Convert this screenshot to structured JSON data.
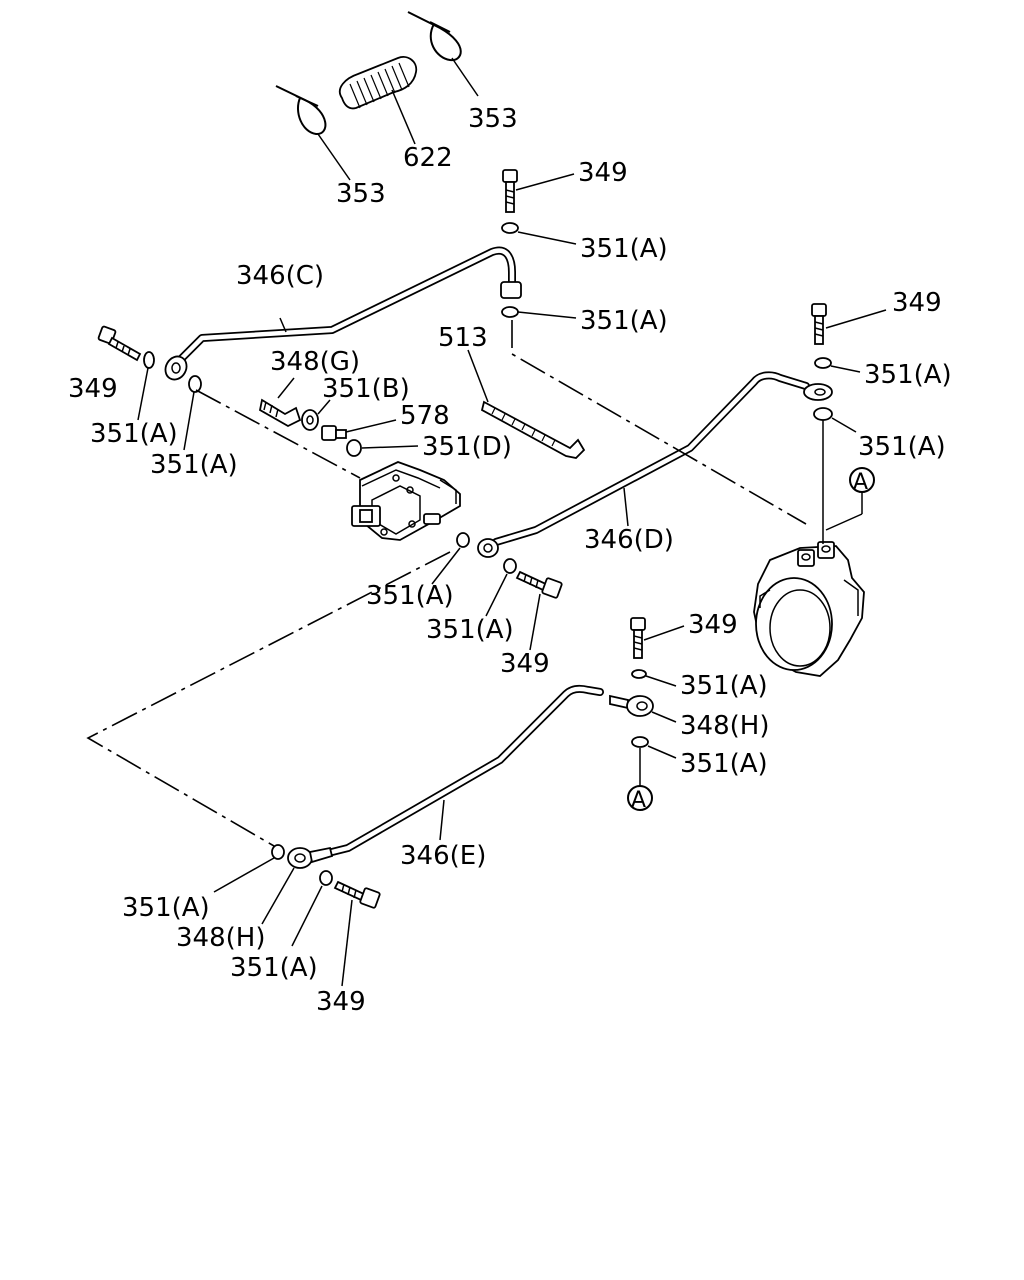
{
  "labels": {
    "353_a": "353",
    "353_b": "353",
    "622": "622",
    "349_top": "349",
    "351a_1": "351(A)",
    "351a_2": "351(A)",
    "346c": "346(C)",
    "513": "513",
    "349_right": "349",
    "351a_r1": "351(A)",
    "351a_r2": "351(A)",
    "ref_a_top": "A",
    "349_left": "349",
    "351a_l1": "351(A)",
    "351a_l2": "351(A)",
    "348g": "348(G)",
    "351b": "351(B)",
    "578": "578",
    "351d": "351(D)",
    "346d": "346(D)",
    "351a_m1": "351(A)",
    "351a_m2": "351(A)",
    "349_mid": "349",
    "349_mid2": "349",
    "351a_h1": "351(A)",
    "348h_r": "348(H)",
    "351a_h2": "351(A)",
    "ref_a_bot": "A",
    "346e": "346(E)",
    "351a_b1": "351(A)",
    "348h_l": "348(H)",
    "351a_b2": "351(A)",
    "349_bot": "349"
  }
}
